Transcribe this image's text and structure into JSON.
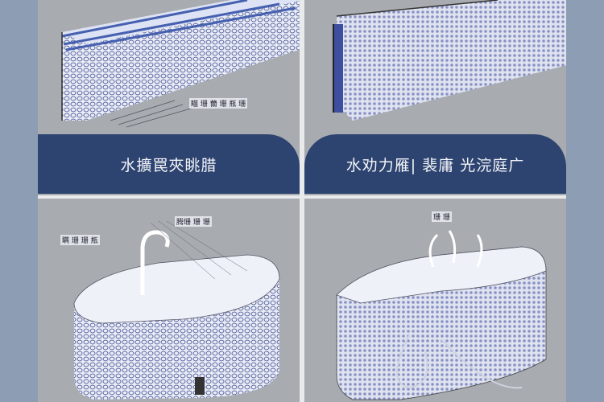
{
  "panels": [
    {
      "title": "水擴罠夾眺腊",
      "label": "瞄 珊 薾 珊 瓶 珊"
    },
    {
      "title": "水劝力雁| 裴庸 光浣庭广"
    },
    {
      "label_a": "腾珊 珊 珊",
      "label_b": "瞒 珊 珊 瓶"
    },
    {
      "label_a": "珊 珊"
    }
  ],
  "colors": {
    "background": "#8d9db4",
    "panel": "#a8abaf",
    "banner": "#2d4370"
  }
}
